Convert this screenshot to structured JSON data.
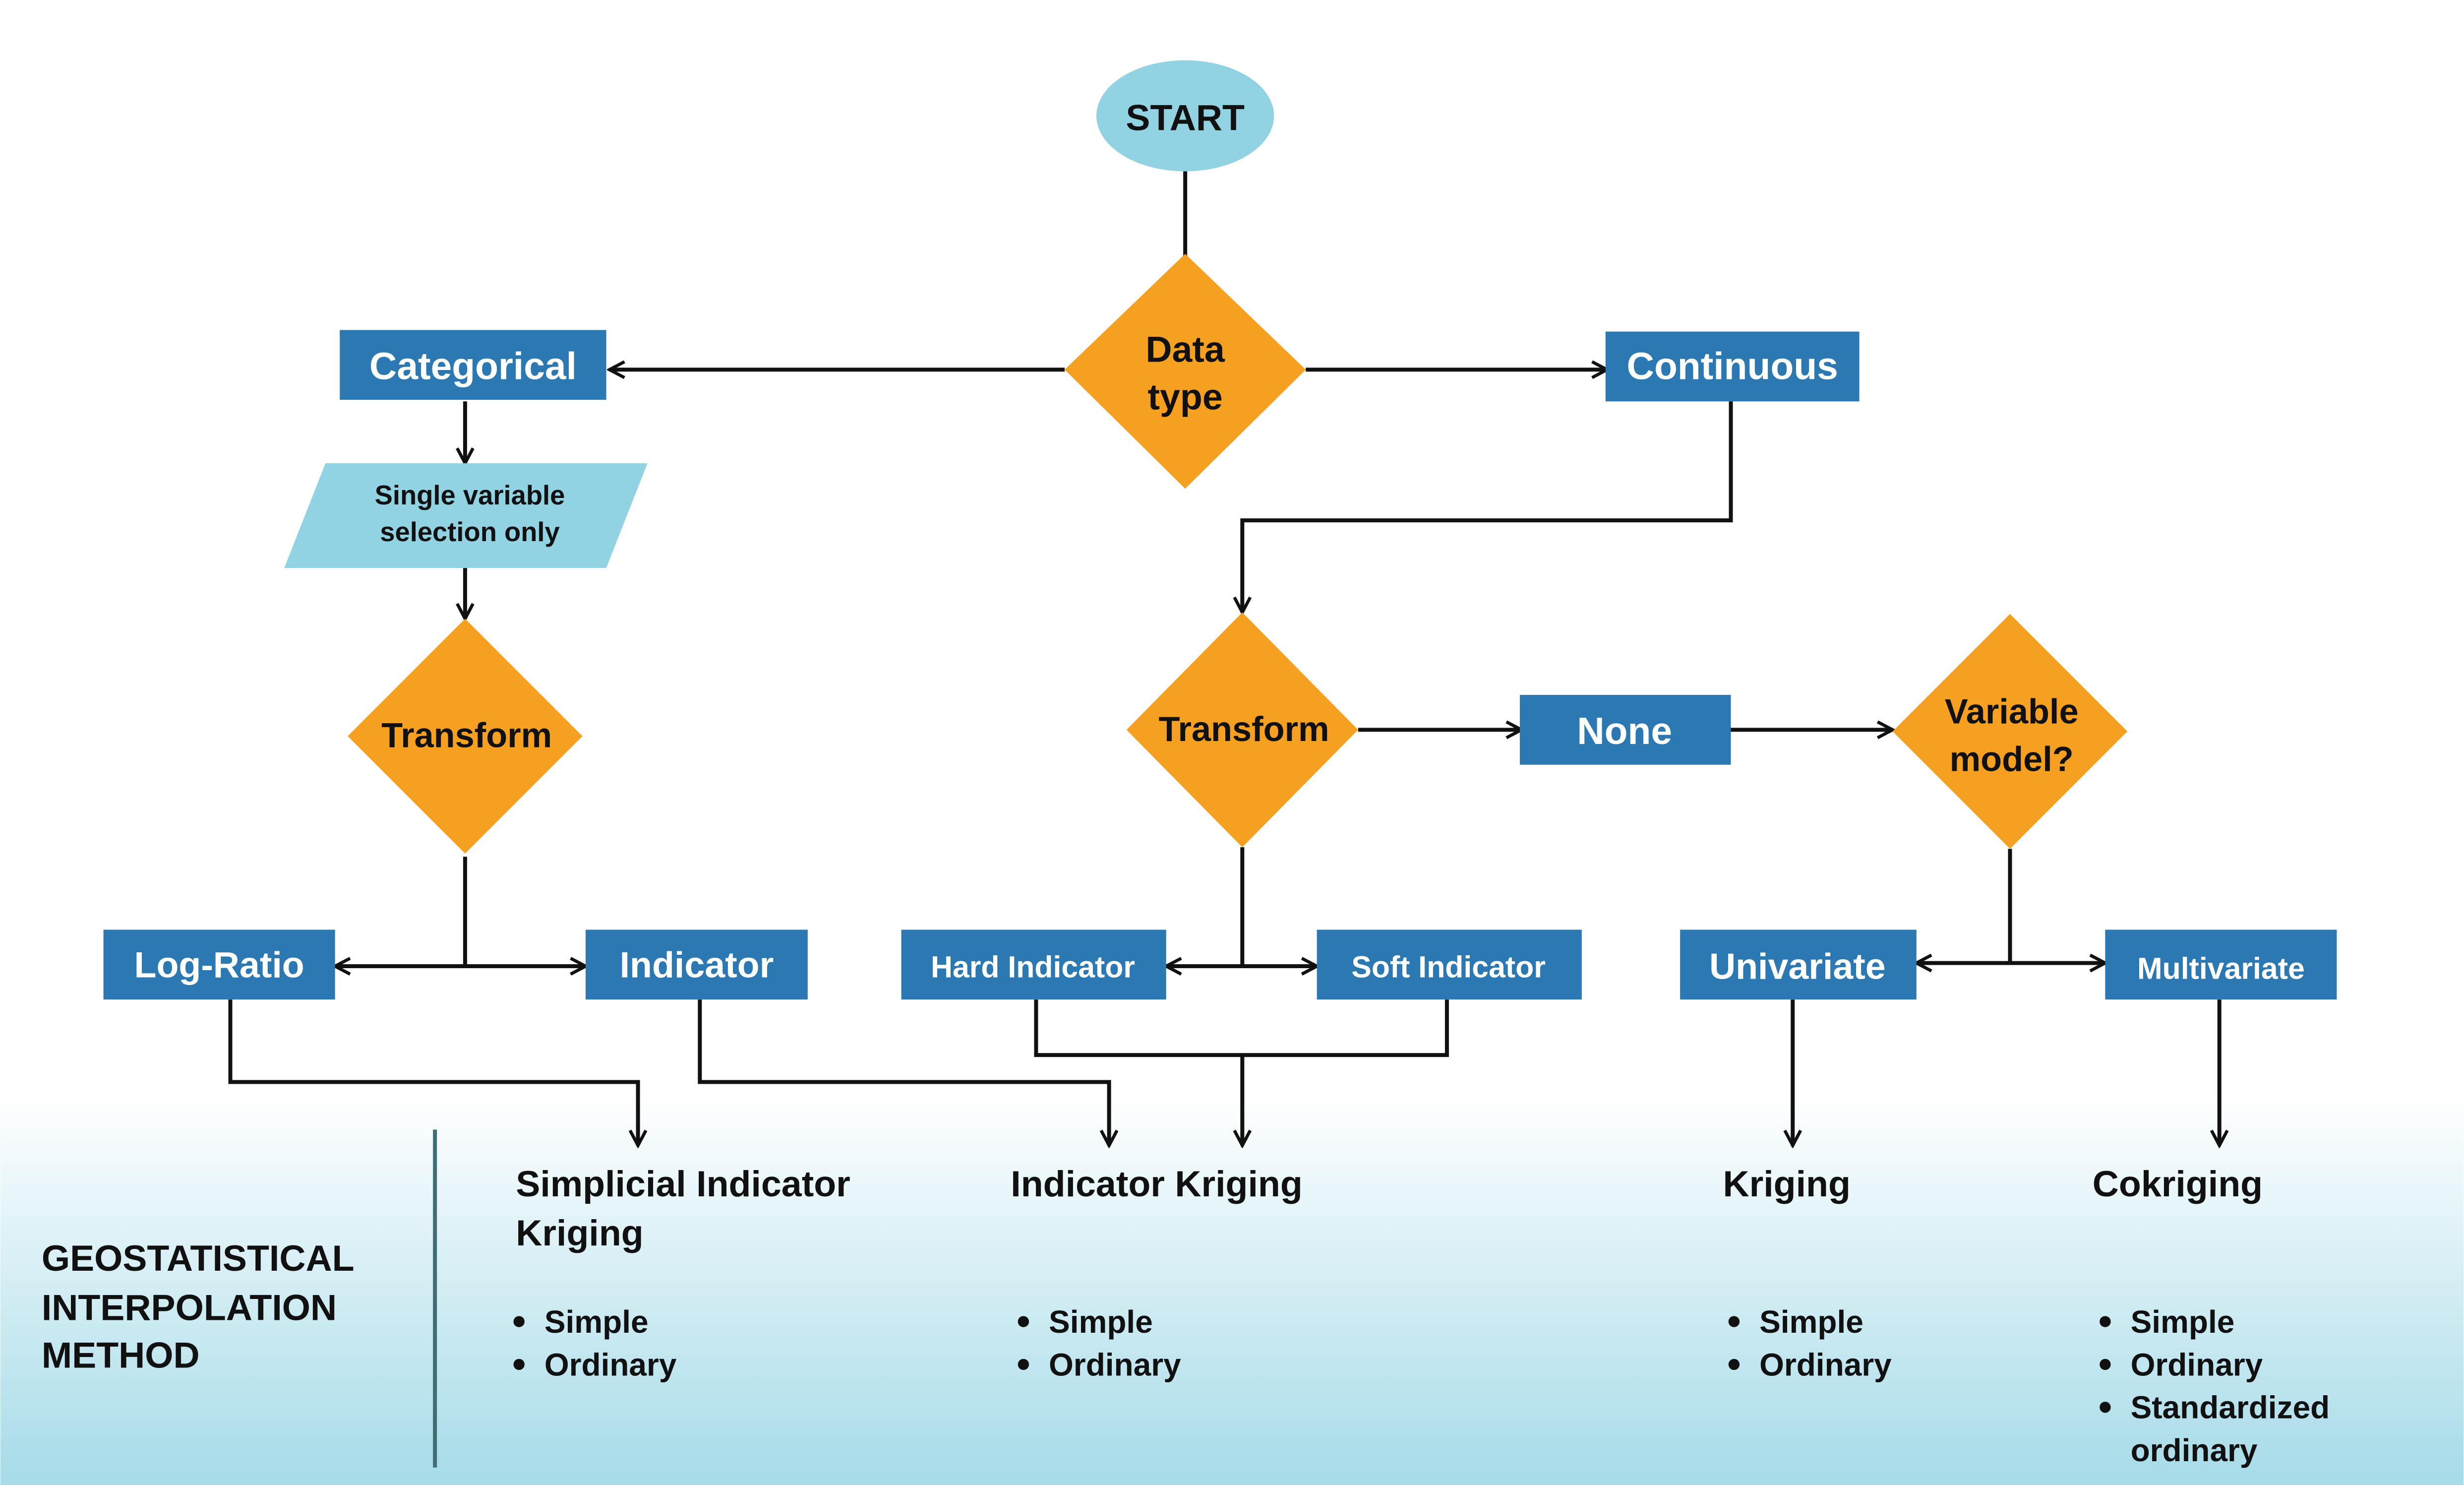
{
  "colors": {
    "box_blue": "#2b78b3",
    "box_text": "#ffffff",
    "diamond_orange": "#f5a021",
    "light_blue": "#91d3e3",
    "arrow": "#111111",
    "footer_gradient_top": "#ffffff",
    "footer_gradient_bottom": "#a6dbe8",
    "divider": "#3f6d75",
    "text_dark": "#111111"
  },
  "nodes": {
    "start": "START",
    "data_type": [
      "Data",
      "type"
    ],
    "categorical": "Categorical",
    "continuous": "Continuous",
    "single_variable": [
      "Single variable",
      "selection only"
    ],
    "transform_left": "Transform",
    "transform_right": "Transform",
    "none": "None",
    "variable_model": [
      "Variable",
      "model?"
    ],
    "log_ratio": "Log-Ratio",
    "indicator": "Indicator",
    "hard_indicator": "Hard Indicator",
    "soft_indicator": "Soft Indicator",
    "univariate": "Univariate",
    "multivariate": "Multivariate"
  },
  "footer": {
    "heading": [
      "GEOSTATISTICAL",
      "INTERPOLATION",
      "METHOD"
    ],
    "methods": [
      {
        "title": [
          "Simplicial Indicator",
          "Kriging"
        ],
        "options": [
          "Simple",
          "Ordinary"
        ]
      },
      {
        "title": [
          "Indicator Kriging"
        ],
        "options": [
          "Simple",
          "Ordinary"
        ]
      },
      {
        "title": [
          "Kriging"
        ],
        "options": [
          "Simple",
          "Ordinary"
        ]
      },
      {
        "title": [
          "Cokriging"
        ],
        "options": [
          "Simple",
          "Ordinary",
          "Standardized",
          "ordinary"
        ]
      }
    ]
  }
}
